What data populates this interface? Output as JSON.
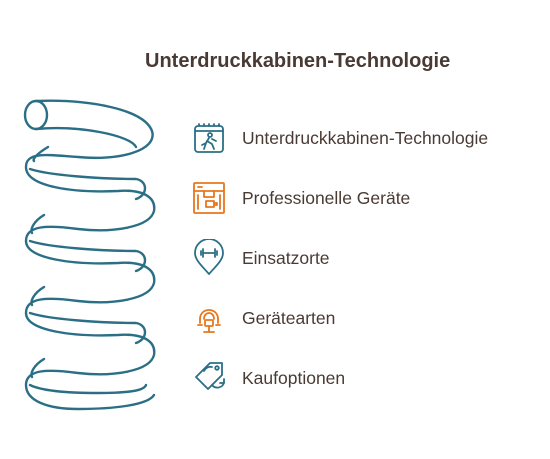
{
  "title": "Unterdruckkabinen-Technologie",
  "colors": {
    "teal": "#2b6f86",
    "orange": "#e8771d",
    "text": "#4a3a34"
  },
  "items": [
    {
      "label": "Unterdruckkabinen-Technologie",
      "icon": "gym-cabin-icon",
      "color": "teal"
    },
    {
      "label": "Professionelle Geräte",
      "icon": "coffee-machine-icon",
      "color": "orange"
    },
    {
      "label": "Einsatzorte",
      "icon": "dumbbell-location-pin-icon",
      "color": "teal"
    },
    {
      "label": "Gerätearten",
      "icon": "workout-machine-icon",
      "color": "orange"
    },
    {
      "label": "Kaufoptionen",
      "icon": "price-tag-cycle-icon",
      "color": "teal"
    }
  ]
}
